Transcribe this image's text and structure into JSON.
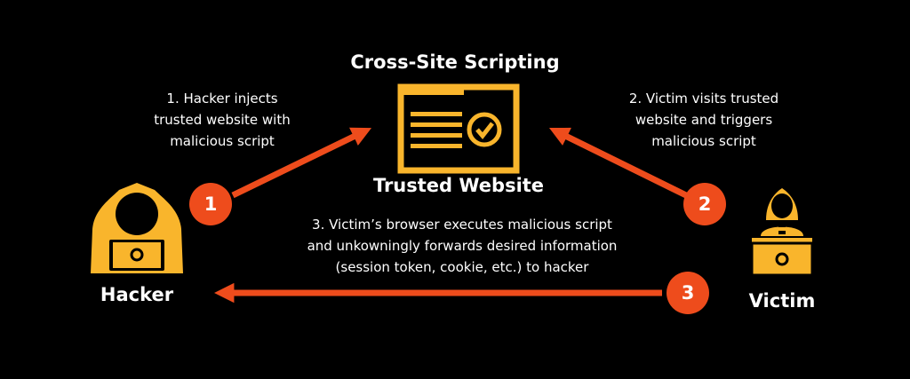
{
  "title": "Cross-Site Scripting",
  "steps": [
    {
      "number": "1",
      "text_lines": [
        "1. Hacker injects",
        "trusted website with",
        "malicious script"
      ]
    },
    {
      "number": "2",
      "text_lines": [
        "2. Victim visits trusted",
        "website and triggers",
        "malicious script"
      ]
    },
    {
      "number": "3",
      "text_lines": [
        "3. Victim’s browser executes malicious script",
        "and unkowningly forwards desired information",
        "(session token, cookie, etc.) to hacker"
      ]
    }
  ],
  "nodes": {
    "website": "Trusted Website",
    "hacker": "Hacker",
    "victim": "Victim"
  },
  "colors": {
    "background": "#000000",
    "arrow": "#ee4c1c",
    "icon": "#f9b52c",
    "text": "#ffffff"
  },
  "icons": [
    "website-window-icon",
    "hacker-icon",
    "victim-icon"
  ]
}
